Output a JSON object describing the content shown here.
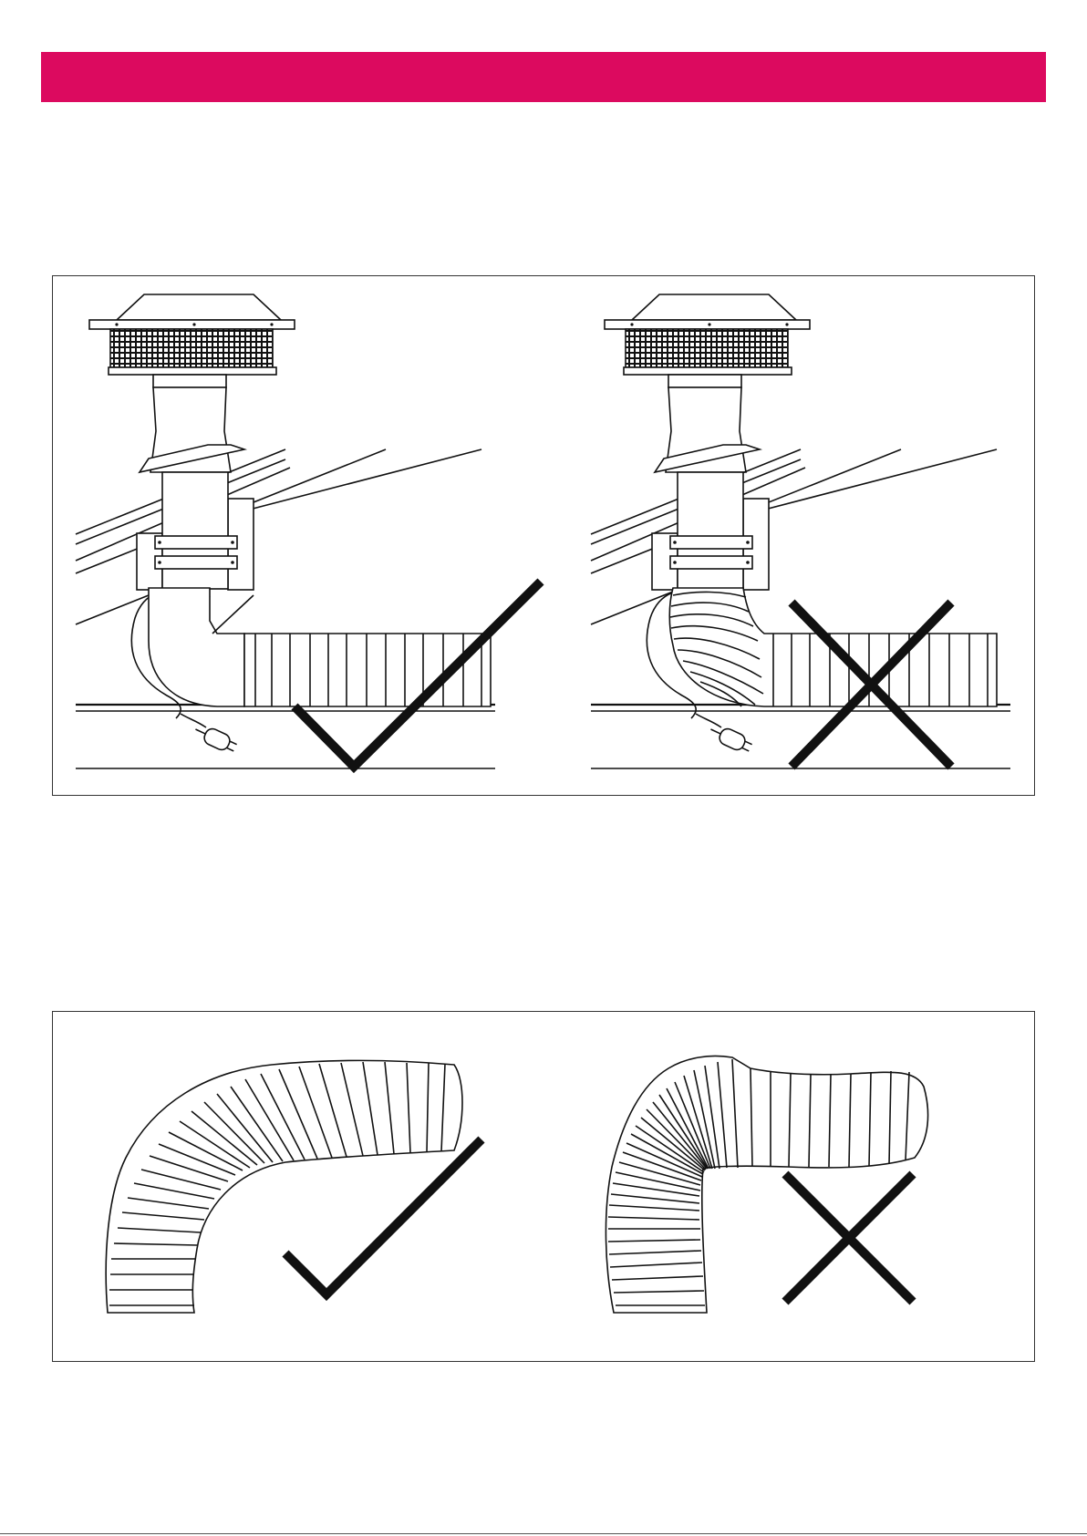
{
  "page": {
    "accent_color": "#dc0a5f"
  },
  "panels": [
    {
      "id": "roof-installation",
      "figures": [
        {
          "id": "correct-elbow-install",
          "verdict_icon": "check-mark-icon"
        },
        {
          "id": "incorrect-flex-bend-install",
          "verdict_icon": "cross-mark-icon"
        }
      ]
    },
    {
      "id": "duct-bend",
      "figures": [
        {
          "id": "correct-smooth-bend",
          "verdict_icon": "check-mark-icon"
        },
        {
          "id": "incorrect-kinked-bend",
          "verdict_icon": "cross-mark-icon"
        }
      ]
    }
  ]
}
